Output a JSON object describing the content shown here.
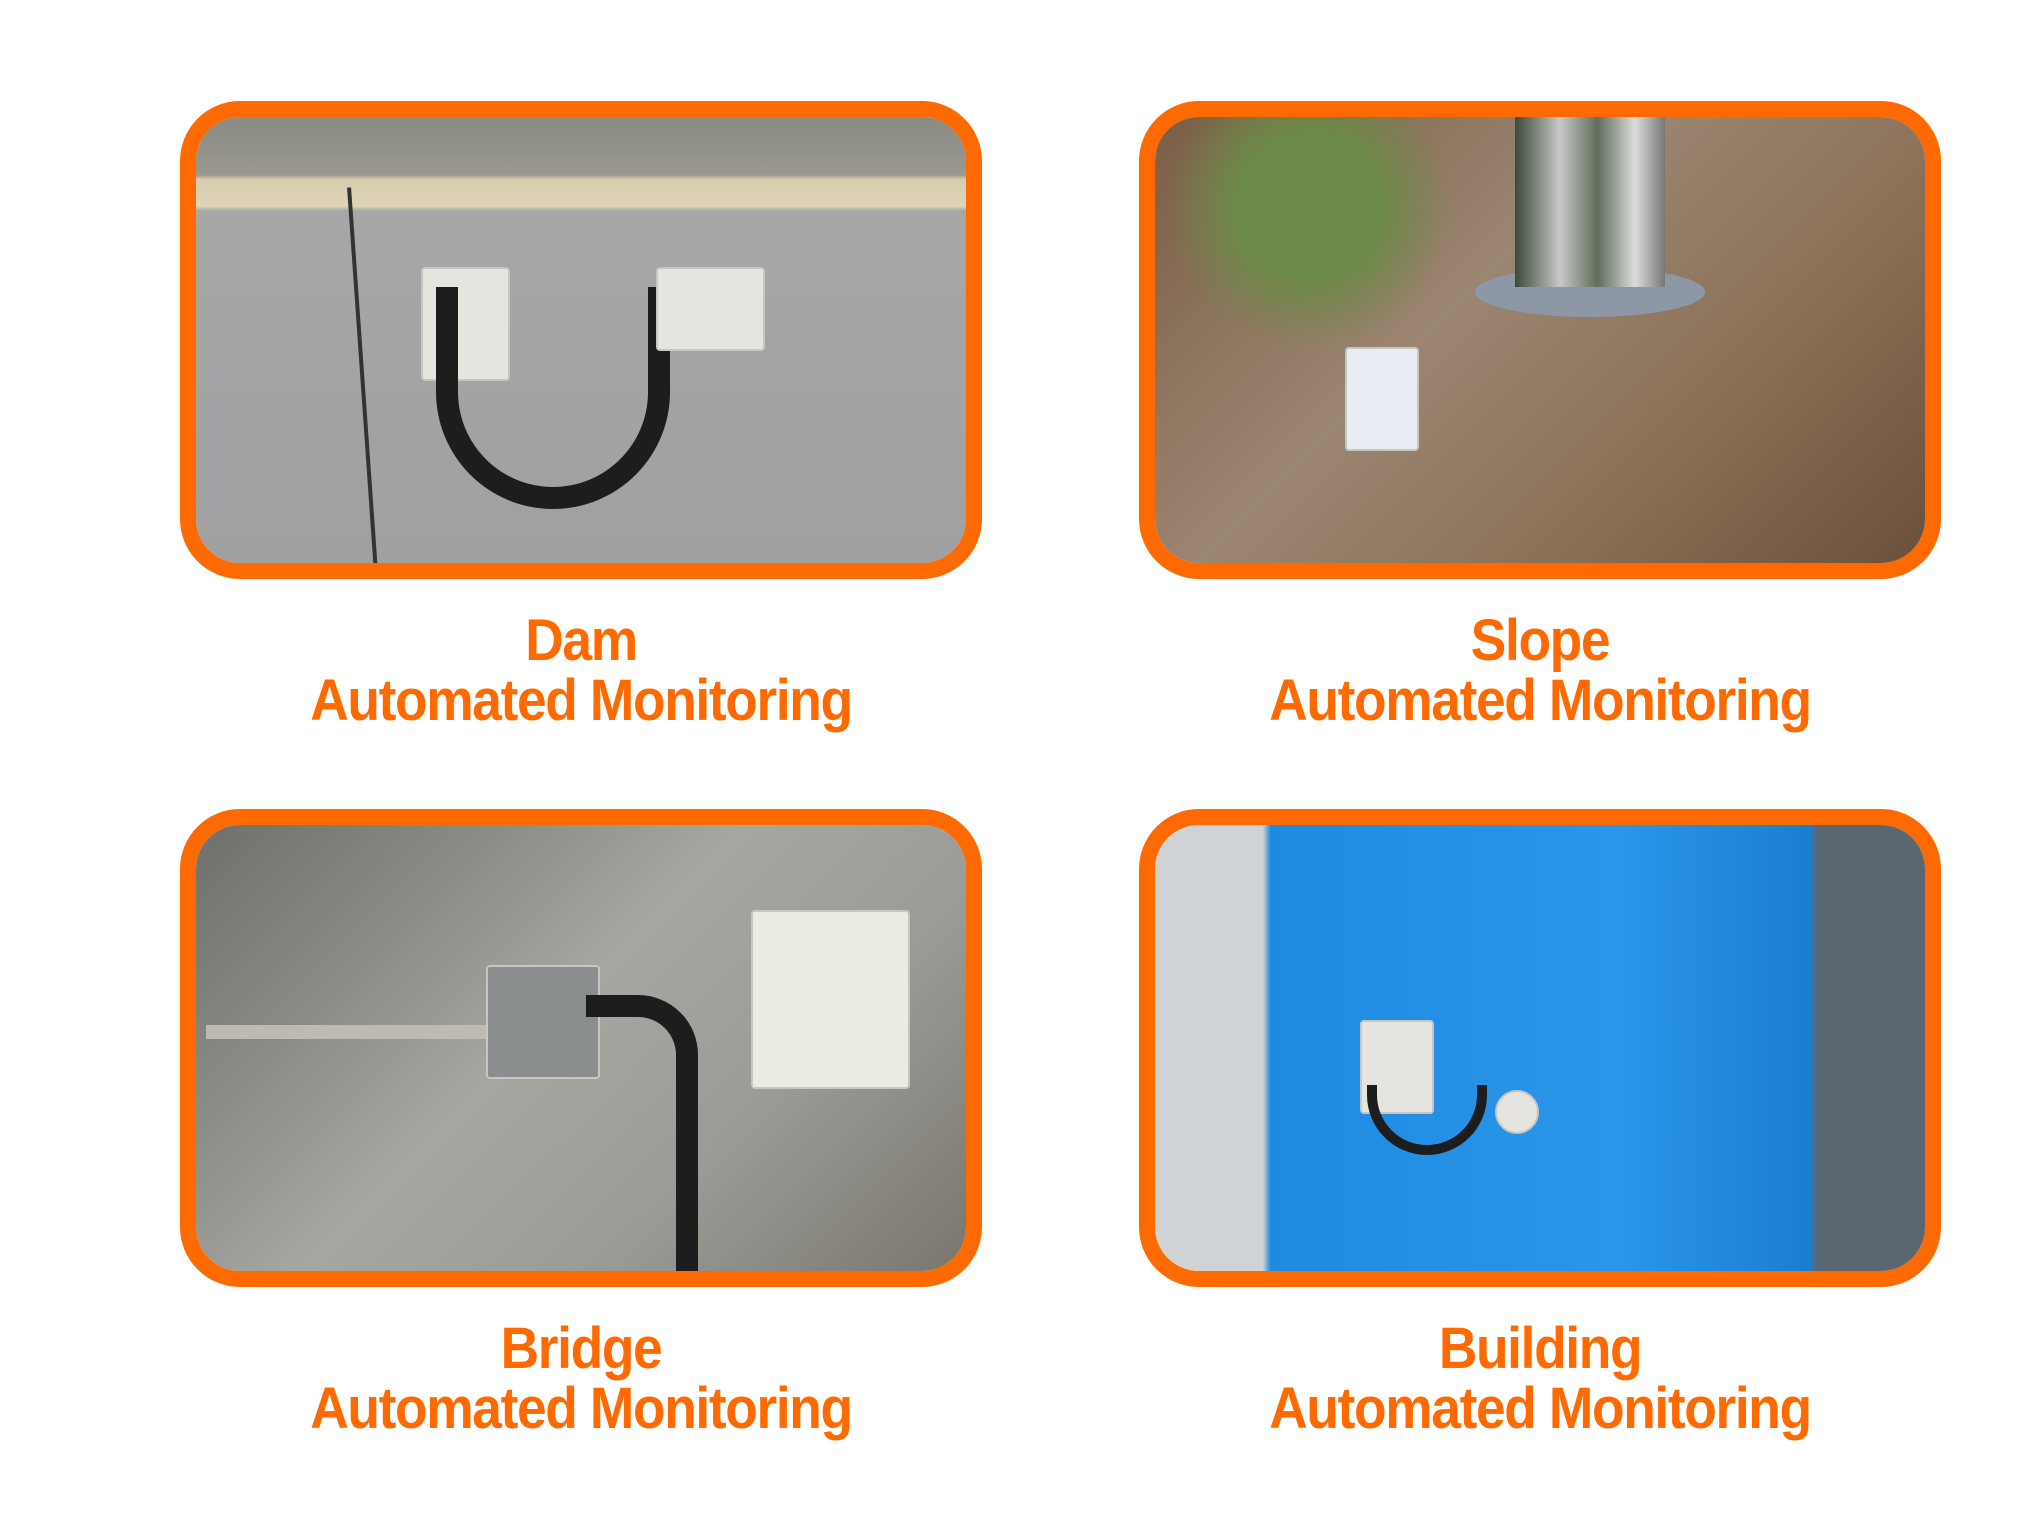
{
  "accent_color": "#ff6a00",
  "cards": [
    {
      "title": "Dam",
      "subtitle": "Automated Monitoring"
    },
    {
      "title": "Slope",
      "subtitle": "Automated Monitoring"
    },
    {
      "title": "Bridge",
      "subtitle": "Automated Monitoring"
    },
    {
      "title": "Building",
      "subtitle": "Automated Monitoring"
    }
  ]
}
